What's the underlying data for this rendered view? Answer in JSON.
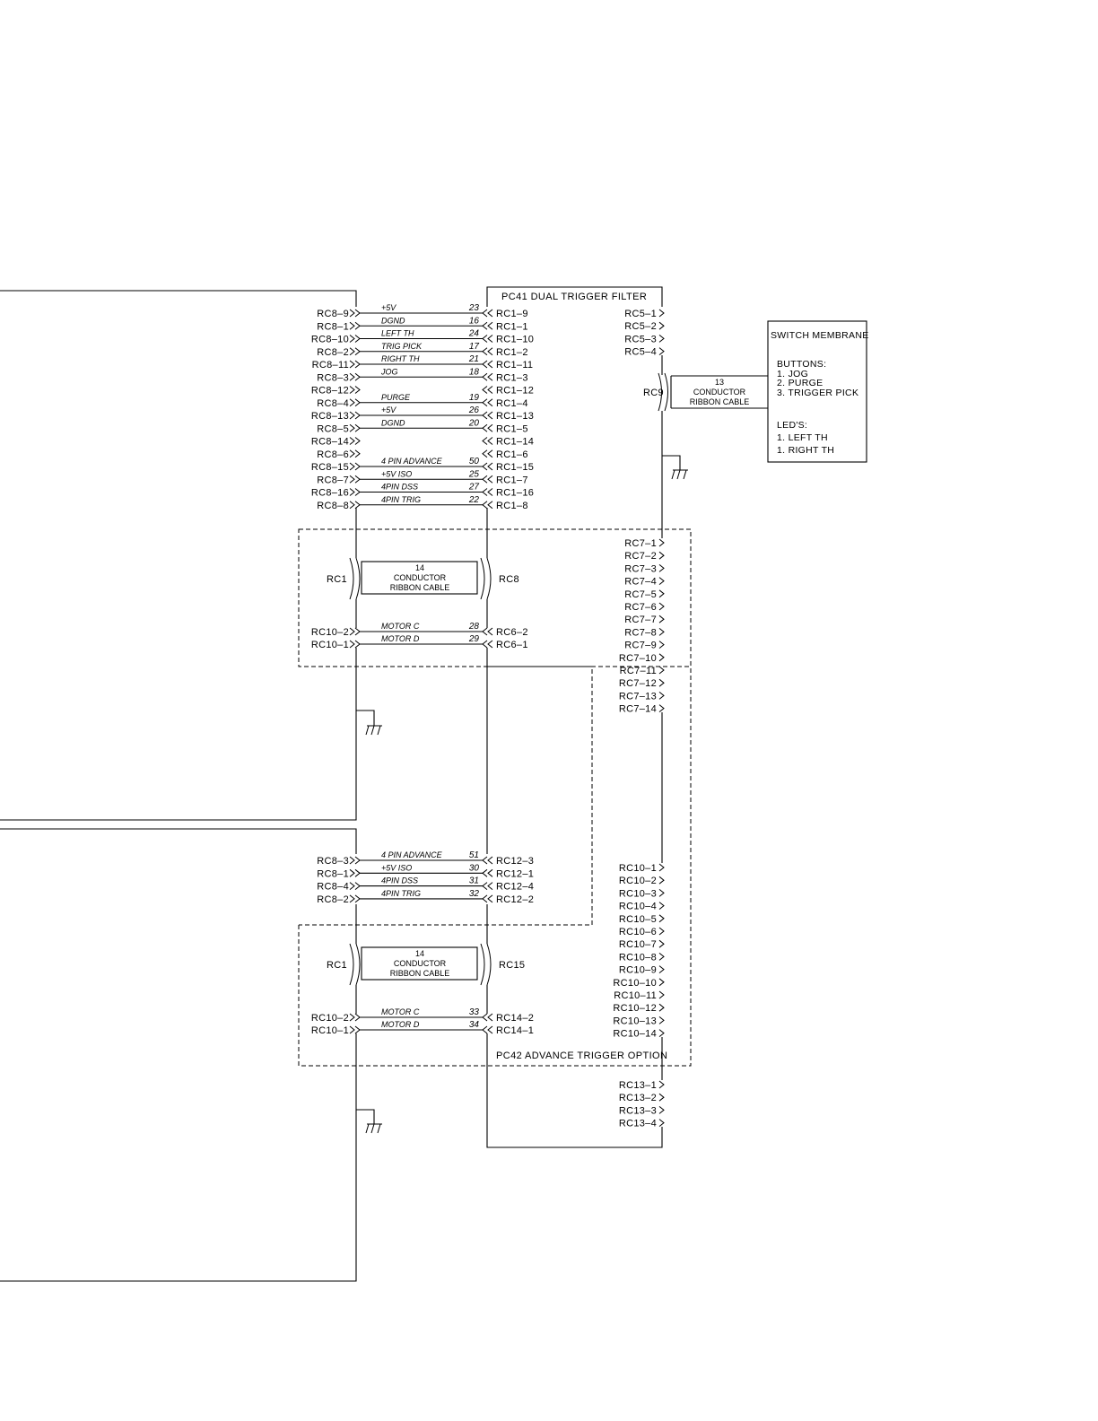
{
  "top": {
    "title": "PC41  DUAL  TRIGGER  FILTER",
    "rows": [
      {
        "l": "RC8–9",
        "s": "+5V",
        "n": "23",
        "r": "RC1–9"
      },
      {
        "l": "RC8–1",
        "s": "DGND",
        "n": "16",
        "r": "RC1–1"
      },
      {
        "l": "RC8–10",
        "s": "LEFT  TH",
        "n": "24",
        "r": "RC1–10"
      },
      {
        "l": "RC8–2",
        "s": "TRIG  PICK",
        "n": "17",
        "r": "RC1–2"
      },
      {
        "l": "RC8–11",
        "s": "RIGHT  TH",
        "n": "21",
        "r": "RC1–11"
      },
      {
        "l": "RC8–3",
        "s": "JOG",
        "n": "18",
        "r": "RC1–3"
      },
      {
        "l": "RC8–12",
        "s": "",
        "n": "",
        "r": "RC1–12"
      },
      {
        "l": "RC8–4",
        "s": "PURGE",
        "n": "19",
        "r": "RC1–4"
      },
      {
        "l": "RC8–13",
        "s": "+5V",
        "n": "26",
        "r": "RC1–13"
      },
      {
        "l": "RC8–5",
        "s": "DGND",
        "n": "20",
        "r": "RC1–5"
      },
      {
        "l": "RC8–14",
        "s": "",
        "n": "",
        "r": "RC1–14"
      },
      {
        "l": "RC8–6",
        "s": "",
        "n": "",
        "r": "RC1–6"
      },
      {
        "l": "RC8–15",
        "s": "4  PIN  ADVANCE",
        "n": "50",
        "r": "RC1–15"
      },
      {
        "l": "RC8–7",
        "s": "+5V  ISO",
        "n": "25",
        "r": "RC1–7"
      },
      {
        "l": "RC8–16",
        "s": "4PIN  DSS",
        "n": "27",
        "r": "RC1–16"
      },
      {
        "l": "RC8–8",
        "s": "4PIN  TRIG",
        "n": "22",
        "r": "RC1–8"
      }
    ],
    "rc5": [
      "RC5–1",
      "RC5–2",
      "RC5–3",
      "RC5–4"
    ],
    "rc9_label": "RC9",
    "rc9_cable": [
      "13",
      "CONDUCTOR",
      "RIBBON  CABLE"
    ],
    "cable": {
      "left": "RC1",
      "right": "RC8",
      "lines": [
        "14",
        "CONDUCTOR",
        "RIBBON  CABLE"
      ]
    },
    "motor": [
      {
        "l": "RC10–2",
        "s": "MOTOR  C",
        "n": "28",
        "r": "RC6–2"
      },
      {
        "l": "RC10–1",
        "s": "MOTOR  D",
        "n": "29",
        "r": "RC6–1"
      }
    ],
    "rc7": [
      "RC7–1",
      "RC7–2",
      "RC7–3",
      "RC7–4",
      "RC7–5",
      "RC7–6",
      "RC7–7",
      "RC7–8",
      "RC7–9",
      "RC7–10",
      "RC7–11",
      "RC7–12",
      "RC7–13",
      "RC7–14"
    ]
  },
  "switch": {
    "title": "SWITCH  MEMBRANE",
    "buttons_header": "BUTTONS:",
    "buttons": [
      "1.  JOG",
      "2.  PURGE",
      "3.  TRIGGER  PICK"
    ],
    "leds_header": "LED'S:",
    "leds": [
      "1.  LEFT  TH",
      "1.  RIGHT  TH"
    ]
  },
  "bottom": {
    "title": "PC42  ADVANCE  TRIGGER  OPTION",
    "rows": [
      {
        "l": "RC8–3",
        "s": "4  PIN  ADVANCE",
        "n": "51",
        "r": "RC12–3"
      },
      {
        "l": "RC8–1",
        "s": "+5V  ISO",
        "n": "30",
        "r": "RC12–1"
      },
      {
        "l": "RC8–4",
        "s": "4PIN  DSS",
        "n": "31",
        "r": "RC12–4"
      },
      {
        "l": "RC8–2",
        "s": "4PIN  TRIG",
        "n": "32",
        "r": "RC12–2"
      }
    ],
    "cable": {
      "left": "RC1",
      "right": "RC15",
      "lines": [
        "14",
        "CONDUCTOR",
        "RIBBON  CABLE"
      ]
    },
    "motor": [
      {
        "l": "RC10–2",
        "s": "MOTOR  C",
        "n": "33",
        "r": "RC14–2"
      },
      {
        "l": "RC10–1",
        "s": "MOTOR  D",
        "n": "34",
        "r": "RC14–1"
      }
    ],
    "rc10": [
      "RC10–1",
      "RC10–2",
      "RC10–3",
      "RC10–4",
      "RC10–5",
      "RC10–6",
      "RC10–7",
      "RC10–8",
      "RC10–9",
      "RC10–10",
      "RC10–11",
      "RC10–12",
      "RC10–13",
      "RC10–14"
    ],
    "rc13": [
      "RC13–1",
      "RC13–2",
      "RC13–3",
      "RC13–4"
    ]
  }
}
